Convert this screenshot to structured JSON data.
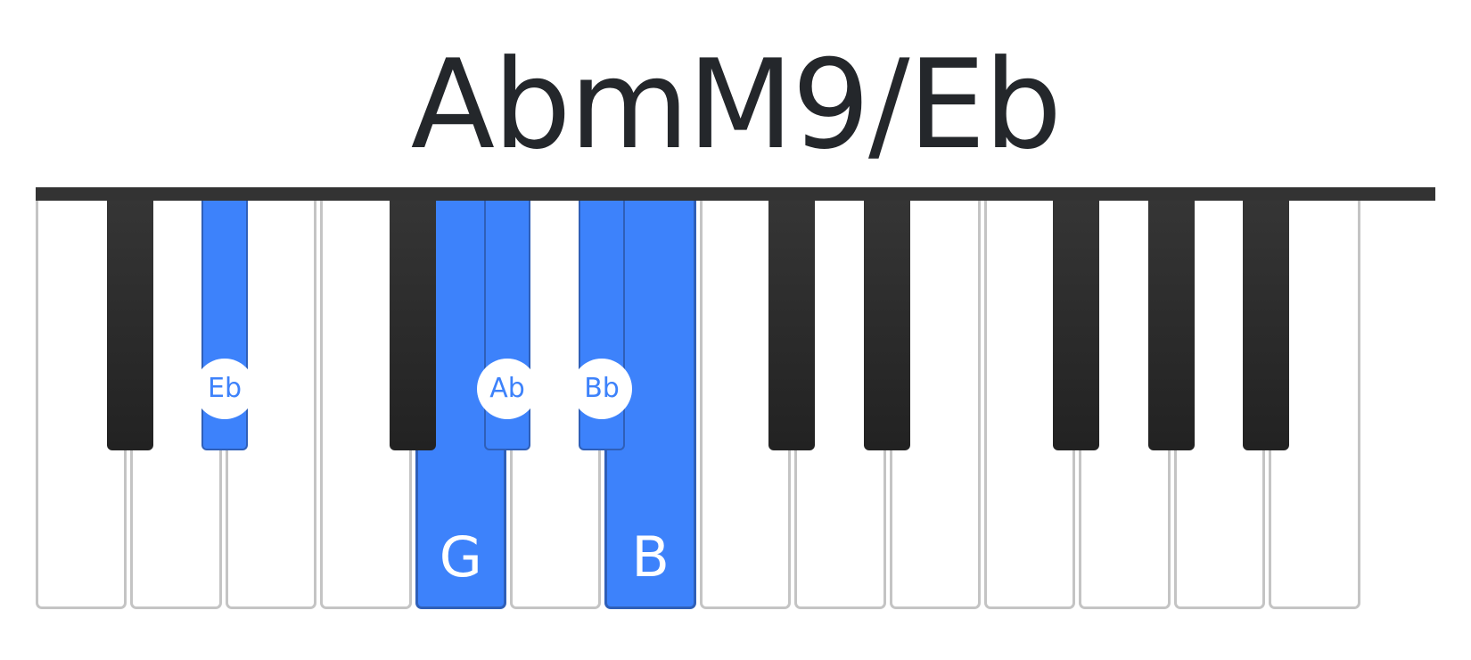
{
  "title": "AbmM9/Eb",
  "colors": {
    "highlight": "#3d82fb",
    "highlight_border": "#2f5fb8",
    "black_key": "#2a2a2a",
    "white_key": "#ffffff",
    "label_on_white_key": "#ffffff",
    "label_on_black_key": "#3d82fb"
  },
  "keyboard": {
    "white_keys": [
      {
        "highlighted": false,
        "label": ""
      },
      {
        "highlighted": false,
        "label": ""
      },
      {
        "highlighted": false,
        "label": ""
      },
      {
        "highlighted": false,
        "label": ""
      },
      {
        "highlighted": true,
        "label": "G"
      },
      {
        "highlighted": false,
        "label": ""
      },
      {
        "highlighted": true,
        "label": "B"
      },
      {
        "highlighted": false,
        "label": ""
      },
      {
        "highlighted": false,
        "label": ""
      },
      {
        "highlighted": false,
        "label": ""
      },
      {
        "highlighted": false,
        "label": ""
      },
      {
        "highlighted": false,
        "label": ""
      },
      {
        "highlighted": false,
        "label": ""
      },
      {
        "highlighted": false,
        "label": ""
      }
    ],
    "black_keys": [
      {
        "highlighted": false,
        "label": ""
      },
      {
        "highlighted": true,
        "label": "Eb"
      },
      {
        "highlighted": false,
        "label": ""
      },
      {
        "highlighted": true,
        "label": "Ab"
      },
      {
        "highlighted": true,
        "label": "Bb"
      },
      {
        "highlighted": false,
        "label": ""
      },
      {
        "highlighted": false,
        "label": ""
      },
      {
        "highlighted": false,
        "label": ""
      },
      {
        "highlighted": false,
        "label": ""
      },
      {
        "highlighted": false,
        "label": ""
      }
    ]
  }
}
